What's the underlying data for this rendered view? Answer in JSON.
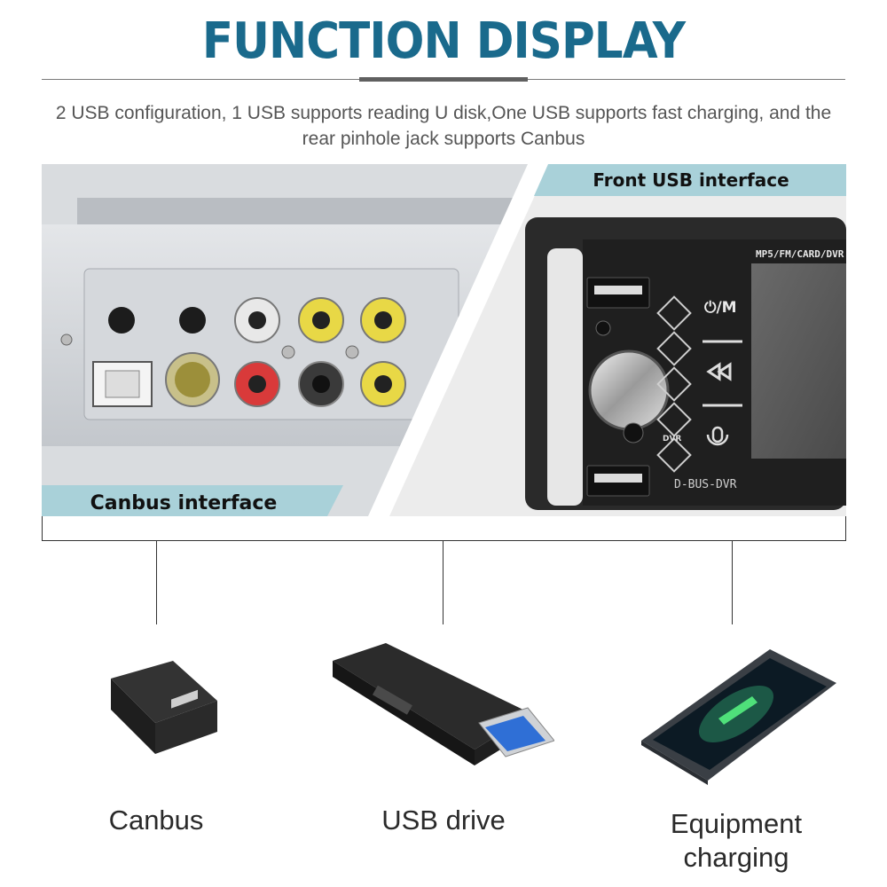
{
  "header": {
    "title": "FUNCTION DISPLAY",
    "subtitle": "2 USB configuration, 1 USB supports reading U disk,One USB supports fast charging, and the rear pinhole jack supports Canbus"
  },
  "photo": {
    "front_label": "Front USB interface",
    "rear_label": "Canbus interface",
    "panel_text": {
      "mode_text": "MP5/FM/CARD/DVR",
      "power_button": "⏻/M",
      "model": "D-BUS-DVR",
      "dvr_button": "DVR"
    }
  },
  "items": [
    {
      "label": "Canbus",
      "icon": "canbus-box-icon"
    },
    {
      "label": "USB drive",
      "icon": "usb-drive-icon"
    },
    {
      "label": "Equipment charging",
      "icon": "phone-charging-icon"
    }
  ],
  "colors": {
    "title": "#1a6a8c",
    "label_band": "#a9d1d9",
    "usb_blue": "#2f6fd6"
  }
}
